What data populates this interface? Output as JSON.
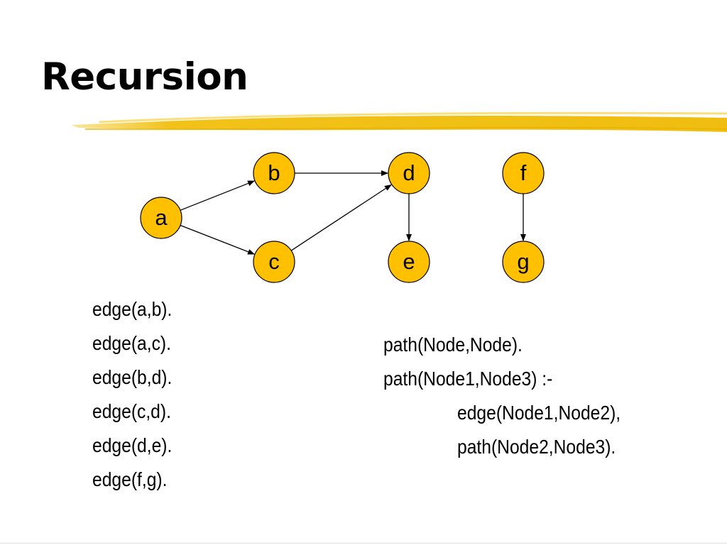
{
  "title": "Recursion",
  "accent_color": "#f2c21a",
  "node_fill": "#ffc000",
  "graph": {
    "nodes": [
      {
        "id": "a",
        "label": "a"
      },
      {
        "id": "b",
        "label": "b"
      },
      {
        "id": "c",
        "label": "c"
      },
      {
        "id": "d",
        "label": "d"
      },
      {
        "id": "e",
        "label": "e"
      },
      {
        "id": "f",
        "label": "f"
      },
      {
        "id": "g",
        "label": "g"
      }
    ],
    "edges": [
      {
        "from": "a",
        "to": "b"
      },
      {
        "from": "a",
        "to": "c"
      },
      {
        "from": "b",
        "to": "d"
      },
      {
        "from": "c",
        "to": "d"
      },
      {
        "from": "d",
        "to": "e"
      },
      {
        "from": "f",
        "to": "g"
      }
    ]
  },
  "facts": [
    "edge(a,b).",
    "edge(a,c).",
    "edge(b,d).",
    "edge(c,d).",
    "edge(d,e).",
    "edge(f,g)."
  ],
  "rules": [
    "path(Node,Node).",
    "path(Node1,Node3) :-",
    "edge(Node1,Node2),",
    "path(Node2,Node3)."
  ]
}
